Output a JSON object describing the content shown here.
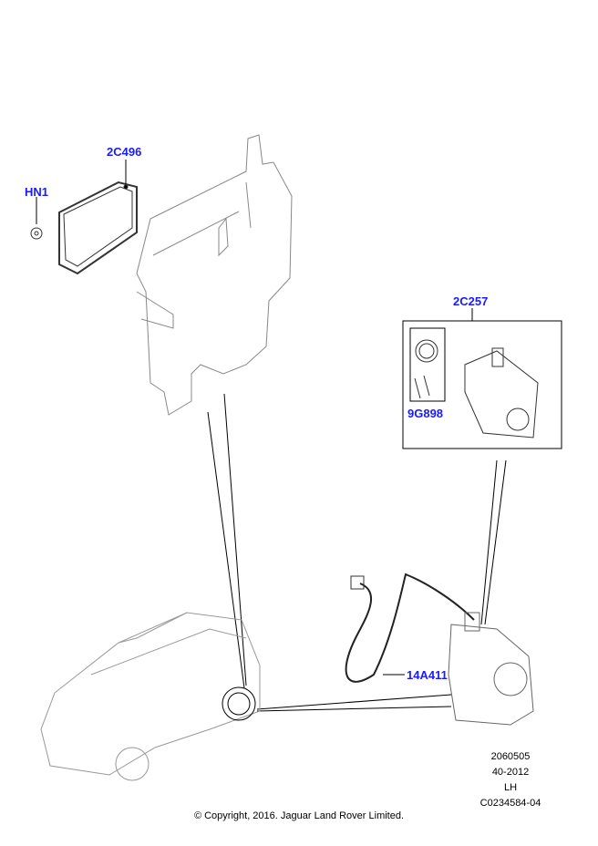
{
  "callouts": {
    "hn1": "HN1",
    "c2496": "2C496",
    "c2257": "2C257",
    "g9898": "9G898",
    "a14411": "14A411"
  },
  "info": {
    "line1": "2060505",
    "line2": "40-2012",
    "line3": "LH",
    "line4": "C0234584-04"
  },
  "copyright": "© Copyright, 2016. Jaguar Land Rover Limited."
}
